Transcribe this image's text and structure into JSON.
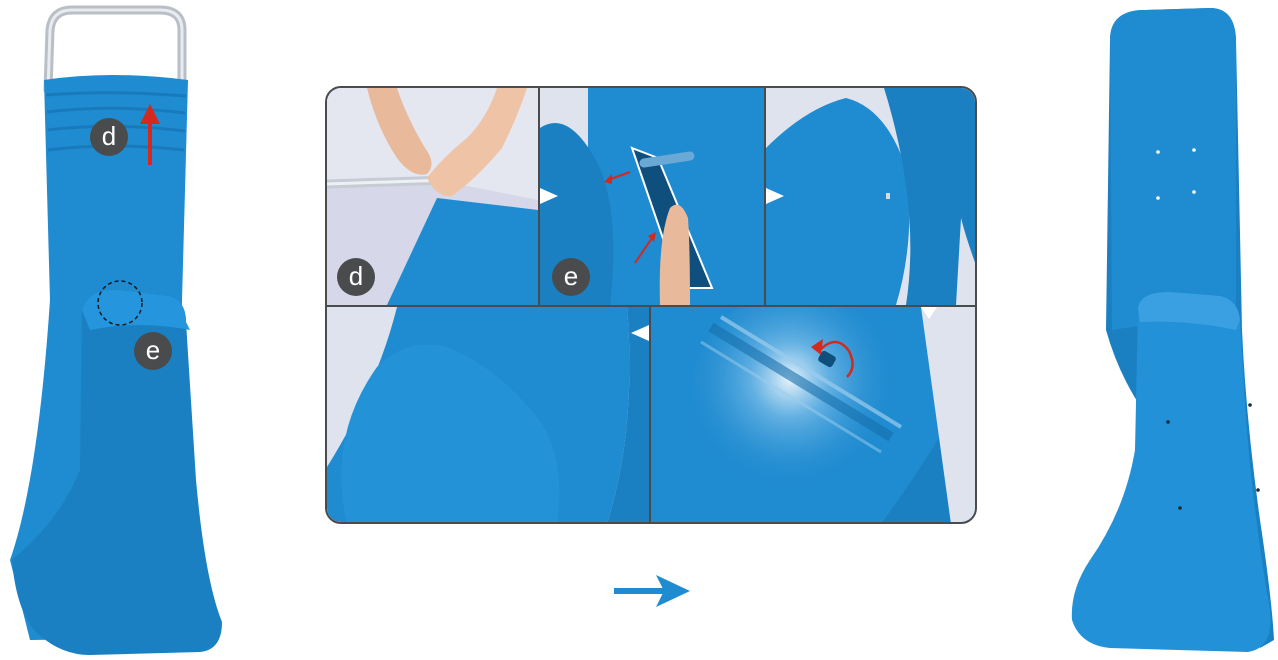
{
  "colors": {
    "fabric": "#1f8bd0",
    "fabric_dark": "#1670ad",
    "frame": "#b9bfc6",
    "badge": "#4a4b4d",
    "arrow_red": "#d42a1e",
    "arrow_blue": "#1f8bd0",
    "panel_border": "#4a4b4d"
  },
  "labels": {
    "left_d": "d",
    "left_e": "e",
    "panel_d": "d",
    "panel_e": "e"
  },
  "icons": {
    "direction_arrow": "right-arrow-icon",
    "pull_up_arrow": "up-arrow-icon",
    "rotate_arrow": "rotate-arrow-icon"
  }
}
